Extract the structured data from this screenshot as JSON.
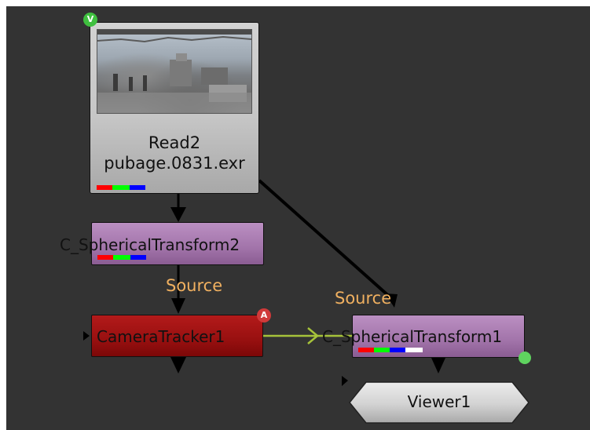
{
  "nodes": {
    "read": {
      "name": "Read2",
      "file": "pubage.0831.exr",
      "badge": "V",
      "channels": [
        "#ff0000",
        "#00ff00",
        "#0000ff"
      ]
    },
    "spherical_transform_2": {
      "name": "C_SphericalTransform2",
      "channels": [
        "#ff0000",
        "#00ff00",
        "#0000ff"
      ]
    },
    "camera_tracker": {
      "name": "CameraTracker1",
      "input_label": "Source",
      "badge": "A"
    },
    "spherical_transform_1": {
      "name": "C_SphericalTransform1",
      "input_label": "Source",
      "channels": [
        "#ff0000",
        "#00ff00",
        "#0000ff",
        "#ffffff"
      ]
    },
    "viewer": {
      "name": "Viewer1"
    }
  },
  "colors": {
    "background": "#333333",
    "read_node": "#c8c8c8",
    "transform_node": "#a77caf",
    "tracker_node": "#9c1212",
    "viewer_node": "#d0d0d0",
    "input_label": "#f0b060",
    "badge_green": "#3fbf3f",
    "badge_red": "#d03a3a",
    "link_arrow": "#a6c23a"
  }
}
